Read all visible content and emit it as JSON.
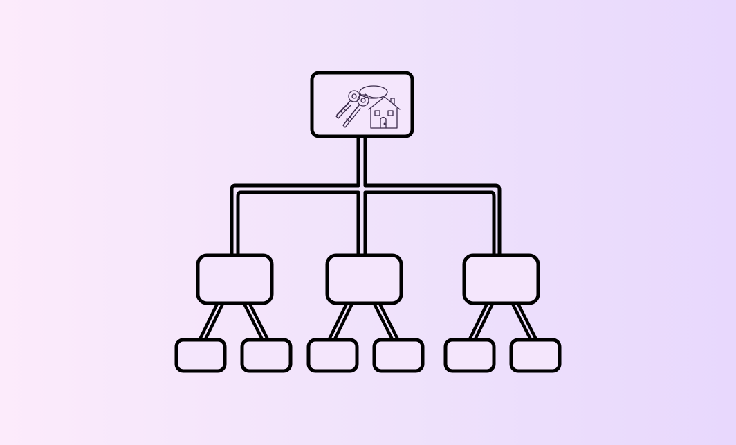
{
  "diagram": {
    "type": "hierarchy-tree",
    "colors": {
      "background_left": "#fcebfb",
      "background_right": "#e8d8fd",
      "stroke": "#000000",
      "node_fill": "#f4e6fc",
      "icon_stroke": "#3a2a4a"
    },
    "root": {
      "icon": "house-keys-icon",
      "label": ""
    },
    "levels": [
      {
        "level": 1,
        "node_count": 3
      },
      {
        "level": 2,
        "node_count": 6
      }
    ],
    "children": [
      {
        "label": "",
        "children": [
          {
            "label": ""
          },
          {
            "label": ""
          }
        ]
      },
      {
        "label": "",
        "children": [
          {
            "label": ""
          },
          {
            "label": ""
          }
        ]
      },
      {
        "label": "",
        "children": [
          {
            "label": ""
          },
          {
            "label": ""
          }
        ]
      }
    ]
  }
}
